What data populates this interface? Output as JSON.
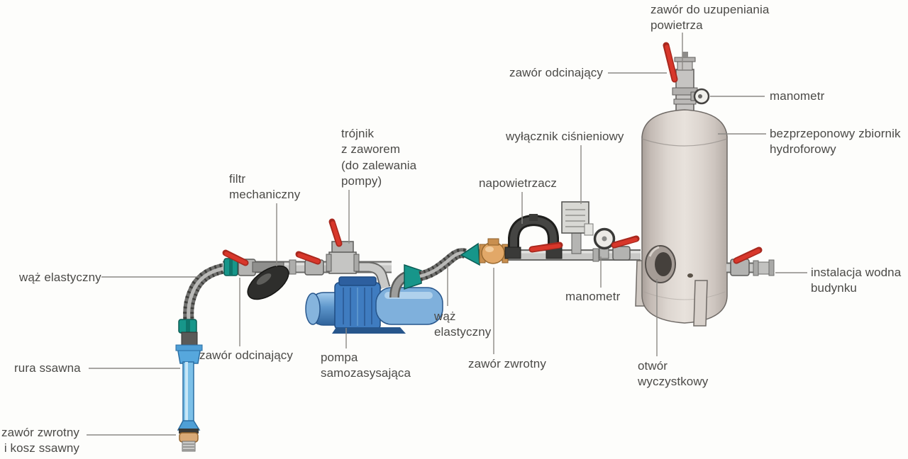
{
  "diagram": {
    "labels": {
      "air_fill_valve": "zawór do uzupeniania\npowietrza",
      "shutoff_valve_top": "zawór odcinający",
      "manometer_top": "manometr",
      "pressure_tank": "bezprzeponowy zbiornik\nhydroforowy",
      "pressure_switch": "wyłącznik ciśnieniowy",
      "aerator": "napowietrzacz",
      "tee_with_valve": "trójnik\nz zaworem\n(do zalewania\npompy)",
      "mechanical_filter": "filtr\nmechaniczny",
      "flexible_hose_left": "wąż elastyczny",
      "shutoff_valve_bottom": "zawór odcinający",
      "pump": "pompa\nsamozasysająca",
      "flexible_hose_middle": "wąż\nelastyczny",
      "check_valve_middle": "zawór zwrotny",
      "manometer_middle": "manometr",
      "cleanout_opening": "otwór\nwyczystkowy",
      "building_water_installation": "instalacja wodna\nbudynku",
      "suction_pipe": "rura ssawna",
      "foot_valve": "zawór zwrotny\ni kosz ssawny"
    },
    "colors": {
      "label_text": "#4b4a47",
      "leader_line": "#8c8a86",
      "valve_handle_red": "#d8372b",
      "coupler_teal": "#17968a",
      "pump_blue": "#4a86c2",
      "suction_pipe_blue": "#7cc0e8",
      "check_valve_brass": "#e2a868",
      "tank_body": "#ddd6d0",
      "pipe_grey": "#c9c9c7",
      "background": "#fdfdfb"
    }
  }
}
